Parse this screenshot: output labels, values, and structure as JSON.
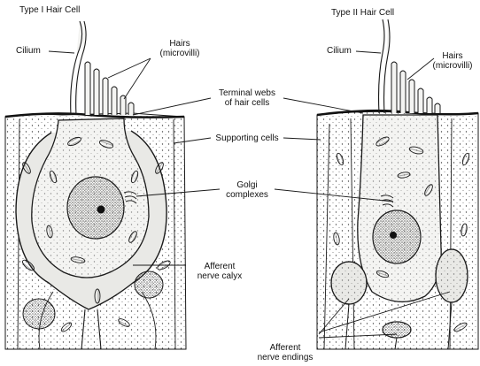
{
  "diagram": {
    "type1_title": "Type I Hair Cell",
    "type2_title": "Type II Hair Cell",
    "labels": {
      "cilium_left": "Cilium",
      "hairs_left_line1": "Hairs",
      "hairs_left_line2": "(microvilli)",
      "cilium_right": "Cilium",
      "hairs_right_line1": "Hairs",
      "hairs_right_line2": "(microvilli)",
      "terminal_webs_line1": "Terminal webs",
      "terminal_webs_line2": "of hair cells",
      "supporting_cells": "Supporting cells",
      "golgi_line1": "Golgi",
      "golgi_line2": "complexes",
      "afferent_calyx_line1": "Afferent",
      "afferent_calyx_line2": "nerve calyx",
      "afferent_endings_line1": "Afferent",
      "afferent_endings_line2": "nerve endings"
    },
    "colors": {
      "ink": "#1a1a1a",
      "cytoplasm": "#f4f4f2",
      "nucleus": "#8a8a8a"
    }
  }
}
